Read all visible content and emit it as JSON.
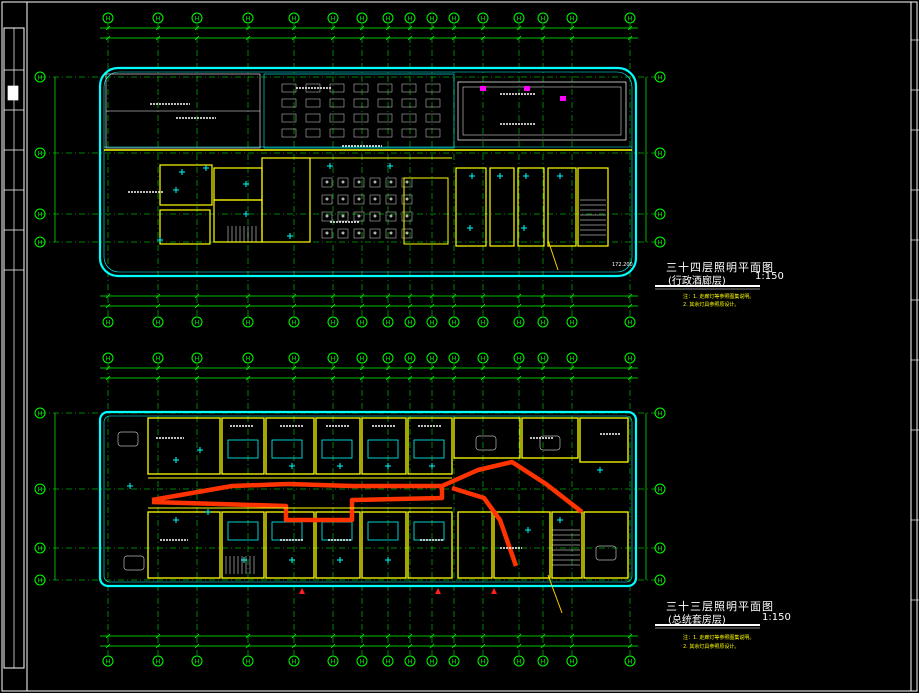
{
  "plans": [
    {
      "id": "upper",
      "title": "三十四层照明平面图",
      "subtitle": "(行政酒廊层)",
      "scale": "1:150",
      "notes": [
        "注：1. 走廊灯等参照图集说明。",
        "2. 其余灯具参照原设计。"
      ],
      "elevation_label": "172.200"
    },
    {
      "id": "lower",
      "title": "三十三层照明平面图",
      "subtitle": "(总统套房层)",
      "scale": "1:150",
      "notes": [
        "注：1. 走廊灯等参照图集说明。",
        "2. 其余灯具参照原设计。"
      ]
    }
  ],
  "axes": {
    "columns": [
      "H",
      "H",
      "H",
      "H",
      "H",
      "H",
      "H",
      "H",
      "H",
      "H",
      "H",
      "H",
      "H",
      "H",
      "H",
      "H"
    ],
    "rows": [
      "H",
      "H",
      "H",
      "H"
    ]
  },
  "colors": {
    "background": "#000000",
    "grid": "#00ff00",
    "wall": "#ffff00",
    "outline": "#00ffff",
    "furniture": "#b4b4b4",
    "annotation": "#ff00ff",
    "route": "#ff3300",
    "leader": "#ffcc00",
    "label": "#ffffff"
  }
}
